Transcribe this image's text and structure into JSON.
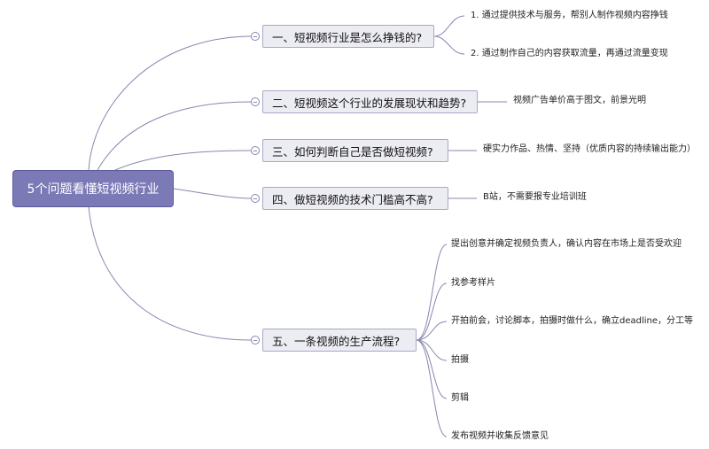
{
  "root": {
    "label": "5个问题看懂短视频行业"
  },
  "topics": [
    {
      "label": "一、短视频行业是怎么挣钱的?",
      "children": [
        "1. 通过提供技术与服务，帮别人制作视频内容挣钱",
        "2. 通过制作自己的内容获取流量，再通过流量变现"
      ]
    },
    {
      "label": "二、短视频这个行业的发展现状和趋势?",
      "children": [
        "视频广告单价高于图文，前景光明"
      ]
    },
    {
      "label": "三、如何判断自己是否做短视频?",
      "children": [
        "硬实力作品、热情、坚持（优质内容的持续输出能力）"
      ]
    },
    {
      "label": "四、做短视频的技术门槛高不高?",
      "children": [
        "B站，不需要报专业培训班"
      ]
    },
    {
      "label": "五、一条视频的生产流程?",
      "children": [
        "提出创意并确定视频负责人，确认内容在市场上是否受欢迎",
        "找参考样片",
        "开拍前会，讨论脚本，拍摄时做什么，确立deadline，分工等",
        "拍摄",
        "剪辑",
        "发布视频并收集反馈意见"
      ]
    }
  ],
  "colors": {
    "line": "#8886b0",
    "root_fill": "#7b79b6",
    "topic_fill": "#ececf3"
  }
}
